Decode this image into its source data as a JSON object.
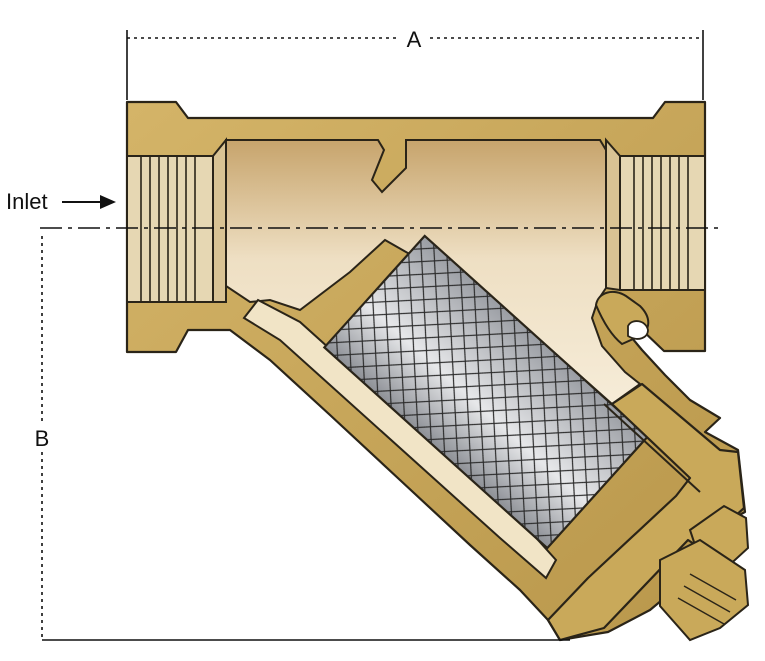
{
  "labels": {
    "dimension_a": "A",
    "dimension_b": "B",
    "inlet": "Inlet"
  },
  "colors": {
    "brass_body": "#c9a95a",
    "brass_outline": "#2a2418",
    "cavity_light": "#f3e8d0",
    "cavity_shade": "#cfae7a",
    "screen_metal": "#b9bcc1",
    "screen_mesh": "#2b2b2b",
    "dimension_line": "#111111"
  }
}
